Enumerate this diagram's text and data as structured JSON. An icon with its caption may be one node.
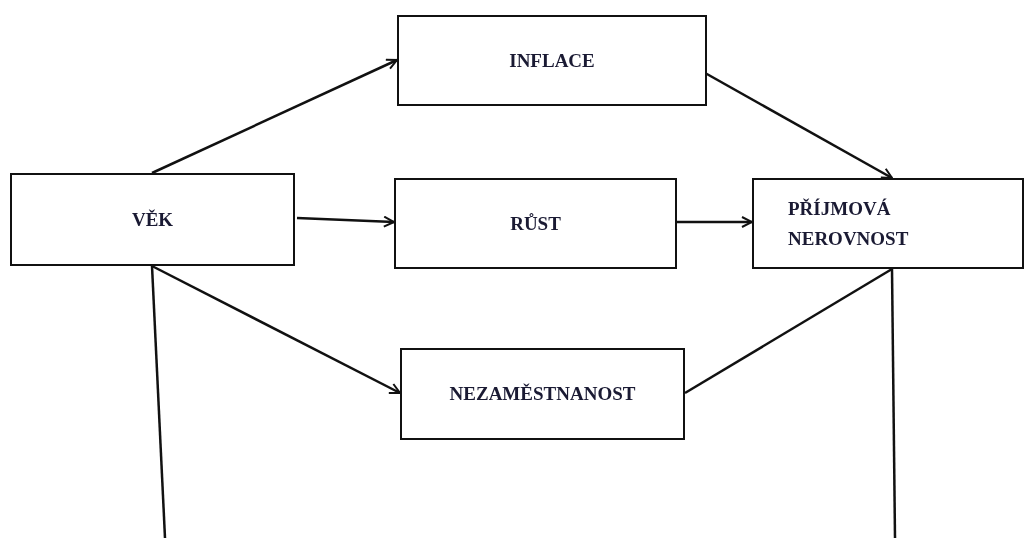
{
  "diagram": {
    "nodes": [
      {
        "text": [
          "VĚK"
        ]
      },
      {
        "text": [
          "INFLACE"
        ]
      },
      {
        "text": [
          "RŮST"
        ]
      },
      {
        "text": [
          "PŘÍJMOVÁ NEROVNOST"
        ]
      },
      {
        "text": [
          "NEZAMĚSTNANOST"
        ]
      }
    ],
    "edges": [
      {
        "from": 0,
        "to": 1,
        "arrow": "to"
      },
      {
        "from": 0,
        "to": 2,
        "arrow": "to"
      },
      {
        "from": 0,
        "to": 4,
        "arrow": "to"
      },
      {
        "from": 1,
        "to": 3,
        "arrow": "to"
      },
      {
        "from": 2,
        "to": 3,
        "arrow": "to"
      },
      {
        "from": 4,
        "to": 3,
        "arrow": "none"
      },
      {
        "from": 0,
        "to": null,
        "arrow": "none"
      },
      {
        "from": 3,
        "to": null,
        "arrow": "none"
      }
    ]
  }
}
